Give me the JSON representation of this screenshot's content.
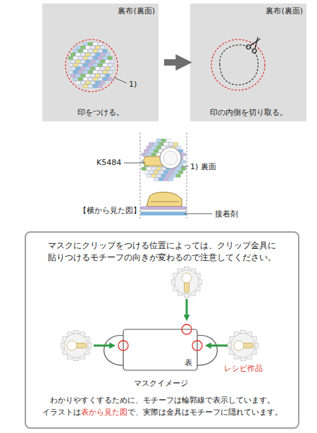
{
  "diagram": {
    "nodes": [
      {
        "text": [
          "裏布(裏面)",
          "印をつける。"
        ]
      },
      {
        "text": [
          "裏布(裏面)",
          "印の内側を切り取る。"
        ]
      },
      {
        "text": [
          "マスクにクリップをつける位置によっては、クリップ金具に 貼りつけるモチーフの向きが変わるので注意してください。"
        ]
      }
    ],
    "edges": [
      {
        "from": 0,
        "to": 1,
        "arrow": "to"
      }
    ],
    "labels": [
      "1)",
      "K5484",
      "1) 裏面",
      "【横から見た図】",
      "接着剤",
      "表",
      "マスクイメージ",
      "レシピ作品",
      "わかりやすくするために、モチーフは輪郭線で表示しています。",
      "イラストは",
      "表から見た図",
      "で、実際は金具はモチーフに隠れています。"
    ]
  }
}
